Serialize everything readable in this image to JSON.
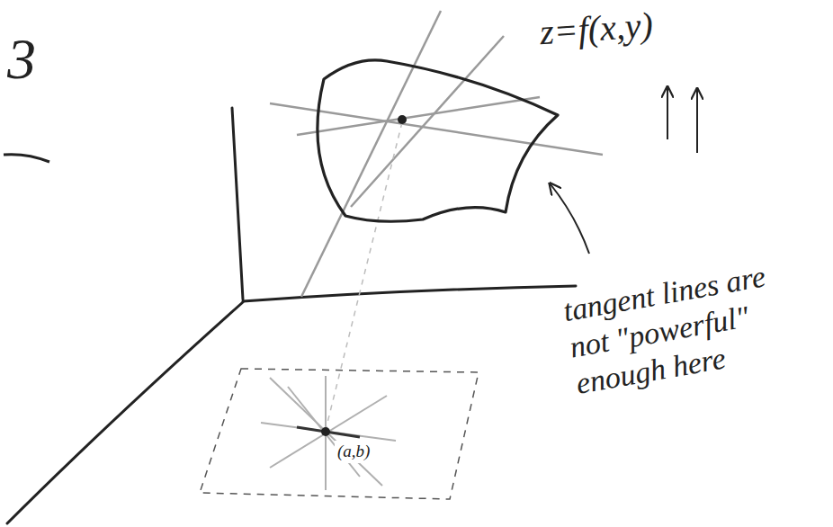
{
  "diagram": {
    "labels": [
      "3",
      "z=f(x,y)",
      "(a,b)",
      "tangent lines are not \"powerful\" enough here"
    ]
  }
}
